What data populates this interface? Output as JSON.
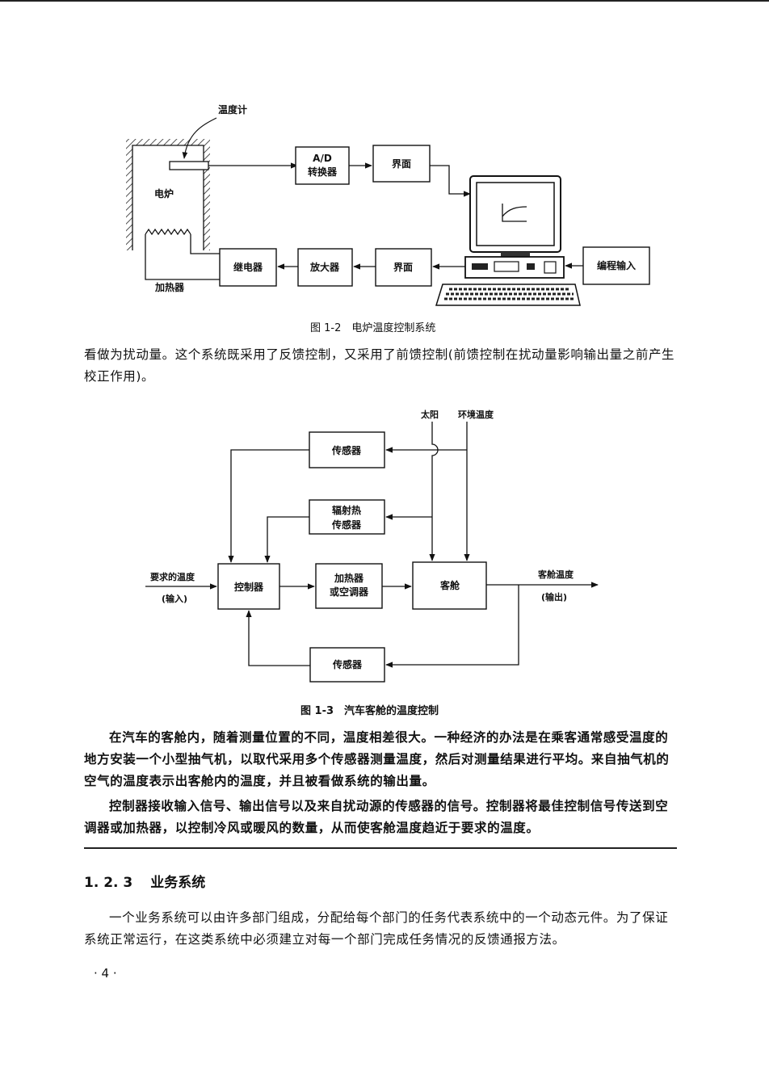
{
  "figure1": {
    "caption": "图 1-2　电炉温度控制系统",
    "labels": {
      "thermometer": "温度计",
      "furnace": "电炉",
      "heater": "加热器",
      "ad_line1": "A/D",
      "ad_line2": "转换器",
      "interface_top": "界面",
      "interface_bottom": "界面",
      "amplifier": "放大器",
      "relay": "继电器",
      "program_input": "编程输入"
    }
  },
  "paragraph1": "看做为扰动量。这个系统既采用了反馈控制，又采用了前馈控制(前馈控制在扰动量影响输出量之前产生校正作用)。",
  "figure2": {
    "caption": "图 1-3　汽车客舱的温度控制",
    "labels": {
      "sun": "太阳",
      "ambient": "环境温度",
      "sensor_top": "传感器",
      "radiation_line1": "辐射热",
      "radiation_line2": "传感器",
      "desired_temp": "要求的温度",
      "input": "(输入)",
      "controller": "控制器",
      "heater_line1": "加热器",
      "heater_line2": "或空调器",
      "cabin": "客舱",
      "cabin_temp": "客舱温度",
      "output": "(输出)",
      "sensor_bottom": "传感器"
    }
  },
  "paragraph2": "在汽车的客舱内，随着测量位置的不同，温度相差很大。一种经济的办法是在乘客通常感受温度的地方安装一个小型抽气机，以取代采用多个传感器测量温度，然后对测量结果进行平均。来自抽气机的空气的温度表示出客舱内的温度，并且被看做系统的输出量。",
  "paragraph3": "控制器接收输入信号、输出信号以及来自扰动源的传感器的信号。控制器将最佳控制信号传送到空调器或加热器，以控制冷风或暖风的数量，从而使客舱温度趋近于要求的温度。",
  "section": {
    "number": "1. 2. 3",
    "title": "业务系统"
  },
  "paragraph4": "一个业务系统可以由许多部门组成，分配给每个部门的任务代表系统中的一个动态元件。为了保证系统正常运行，在这类系统中必须建立对每一个部门完成任务情况的反馈通报方法。",
  "page_number": "· 4 ·"
}
